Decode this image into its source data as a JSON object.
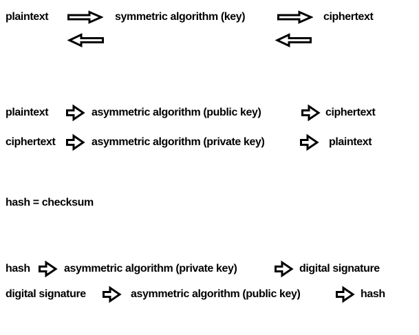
{
  "colors": {
    "ink": "#000000",
    "background": "#ffffff"
  },
  "rows": {
    "symmetric": {
      "input": "plaintext",
      "process": "symmetric algorithm (key)",
      "output": "ciphertext",
      "bidirectional": true
    },
    "asymmetric_encrypt": {
      "input": "plaintext",
      "process": "asymmetric algorithm (public key)",
      "output": "ciphertext"
    },
    "asymmetric_decrypt": {
      "input": "ciphertext",
      "process": "asymmetric algorithm (private key)",
      "output": "plaintext"
    },
    "hash_definition": "hash = checksum",
    "sign": {
      "input": "hash",
      "process": "asymmetric algorithm (private key)",
      "output": "digital signature"
    },
    "verify": {
      "input": "digital signature",
      "process": "asymmetric algorithm (public key)",
      "output": "hash"
    }
  }
}
